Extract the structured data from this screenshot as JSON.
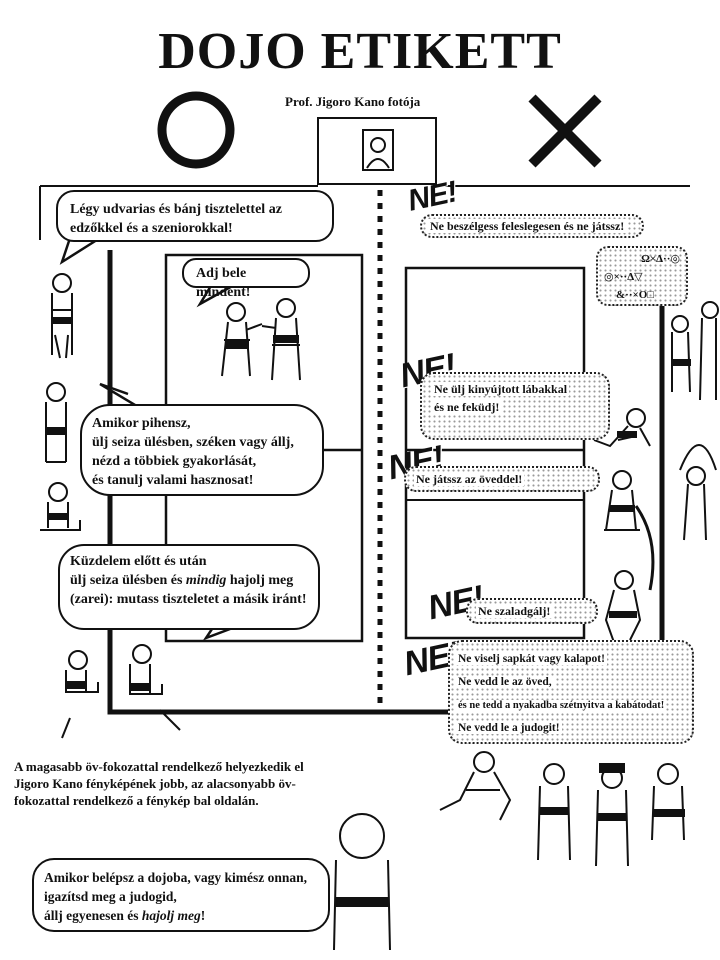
{
  "title": "DOJO ETIKETT",
  "photo_label": "Prof. Jigoro Kano fotója",
  "good_symbol": "circle-icon",
  "bad_symbol": "cross-icon",
  "left_bubbles": {
    "courtesy": "Légy udvarias és bánj tisztelettel az edzőkkel és a szeniorokkal!",
    "effort": "Adj bele mindent!",
    "rest": {
      "line1": "Amikor pihensz,",
      "line2": "ülj seiza ülésben, széken vagy állj,",
      "line3": "nézd a többiek gyakorlását,",
      "line4": "és tanulj valami hasznosat!"
    },
    "bow": {
      "line1": "Küzdelem előtt és után",
      "line2_pre": "ülj seiza ülésben és ",
      "line2_em": "mindig",
      "line2_post": " hajolj meg",
      "line3": "(zarei): mutass tiszteletet a másik iránt!"
    }
  },
  "ne_label": "NE!",
  "right_bubbles": {
    "talk": "Ne beszélgess feleslegesen és ne játssz!",
    "sit": {
      "line1": "Ne ülj kinyújtott lábakkal",
      "line2": "és ne feküdj!"
    },
    "belt": "Ne játssz az öveddel!",
    "run": "Ne szaladgálj!",
    "clothes": {
      "line1": "Ne viselj sapkát vagy kalapot!",
      "line2": "Ne vedd le az öved,",
      "line3": "és ne tedd a nyakadba szétnyitva a kabátodat!",
      "line4": "Ne vedd le a judogit!"
    }
  },
  "gibberish": {
    "line1": "Ω×Δ··◎",
    "line2": "◎×··Δ▽",
    "line3": "&··×O□"
  },
  "rank_note": {
    "line1": "A magasabb öv-fokozattal rendelkező helyezkedik el",
    "line2": "Jigoro Kano fényképének jobb, az alacsonyabb öv-",
    "line3": "fokozattal rendelkező a fénykép bal oldalán."
  },
  "entry_note": {
    "line1": "Amikor belépsz a dojoba, vagy kimész onnan,",
    "line2": "igazítsd meg a judogid,",
    "line3_pre": "állj egyenesen és ",
    "line3_em": "hajolj meg",
    "line3_post": "!"
  }
}
